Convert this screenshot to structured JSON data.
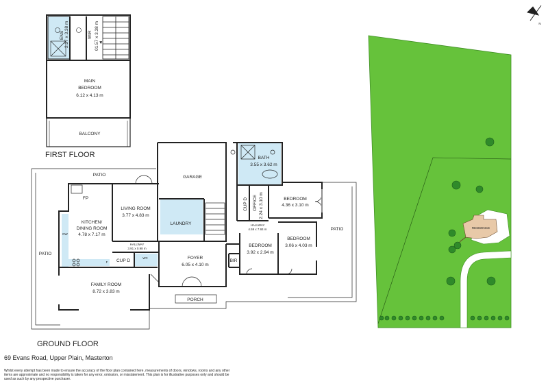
{
  "floors": {
    "first": "FIRST FLOOR",
    "ground": "GROUND FLOOR"
  },
  "rooms": {
    "ens": {
      "name": "ENS",
      "dim": "2.37 x 3.38 m"
    },
    "wir": {
      "name": "WIR",
      "dim": "01.57 x 3.38 m"
    },
    "main_bedroom": {
      "name1": "MAIN",
      "name2": "BEDROOM",
      "dim": "6.12 x 4.13 m"
    },
    "balcony": {
      "name": "BALCONY"
    },
    "patio_top": {
      "name": "PATIO"
    },
    "patio_left": {
      "name": "PATIO"
    },
    "patio_right": {
      "name": "PATIO"
    },
    "garage": {
      "name": "GARAGE"
    },
    "laundry": {
      "name": "LAUNDRY"
    },
    "bath": {
      "name": "BATH",
      "dim": "3.55 x 3.62 m"
    },
    "cupd_upper": {
      "name": "CUP D"
    },
    "office": {
      "name": "OFFICE",
      "dim": "2.24 x 3.10 m"
    },
    "bedroom_1": {
      "name": "BEDROOM",
      "dim": "4.36 x 3.10 m"
    },
    "hallway_right": {
      "name": "HALLWAY",
      "dim": "4.59 x 7.84 m"
    },
    "bedroom_2": {
      "name": "BEDROOM",
      "dim": "3.92 x 2.94 m"
    },
    "bedroom_3": {
      "name": "BEDROOM",
      "dim": "3.06 x 4.03 m"
    },
    "bir": {
      "name": "BIR"
    },
    "fp": {
      "name": "FP"
    },
    "living": {
      "name": "LIVING ROOM",
      "dim": "3.77 x 4.83 m"
    },
    "kitchen": {
      "name1": "KITCHEN/",
      "name2": "DINING ROOM",
      "dim": "4.78 x 7.17 m"
    },
    "dw": {
      "name": "DW"
    },
    "f": {
      "name": "F"
    },
    "hallway_left": {
      "name": "HALLWAY",
      "dim": "3.91 x 0.98 m"
    },
    "cupd_lower": {
      "name": "CUP D"
    },
    "wc": {
      "name": "WC"
    },
    "foyer": {
      "name": "FOYER",
      "dim": "6.05 x 4.10 m"
    },
    "family": {
      "name": "FAMILY ROOM",
      "dim": "8.72 x 3.83 m"
    },
    "porch": {
      "name": "PORCH"
    }
  },
  "site": {
    "residence": "RESIDENCE",
    "north": "N"
  },
  "address": "69 Evans Road, Upper Plain, Masterton",
  "disclaimer": "Whilst every attempt has been made to ensure the accuracy of the floor plan contained here, measurements of doors, windows, rooms and any other items are approximate and no responsibility is taken for any error, omission, or misstatement. This plan is for illustrative purposes only and should be used as such by any prospective purchaser.",
  "colors": {
    "wall": "#222222",
    "wet_area": "#cfe9f5",
    "lawn": "#66c23b",
    "lawn_edge": "#3f8f24",
    "tree": "#2f8a2a",
    "path": "#ffffff"
  }
}
